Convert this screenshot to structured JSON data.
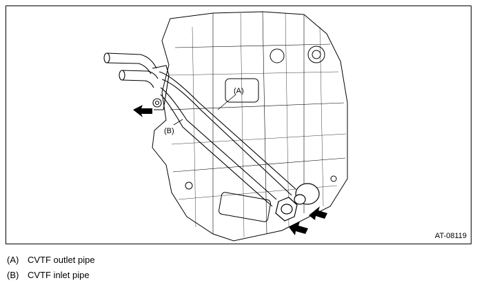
{
  "figure_id": "AT-08119",
  "callouts": {
    "a": "(A)",
    "b": "(B)"
  },
  "legend": [
    {
      "key": "(A)",
      "text": "CVTF outlet pipe"
    },
    {
      "key": "(B)",
      "text": "CVTF inlet pipe"
    }
  ],
  "colors": {
    "line": "#000000",
    "arrow": "#000000",
    "background": "#ffffff"
  }
}
